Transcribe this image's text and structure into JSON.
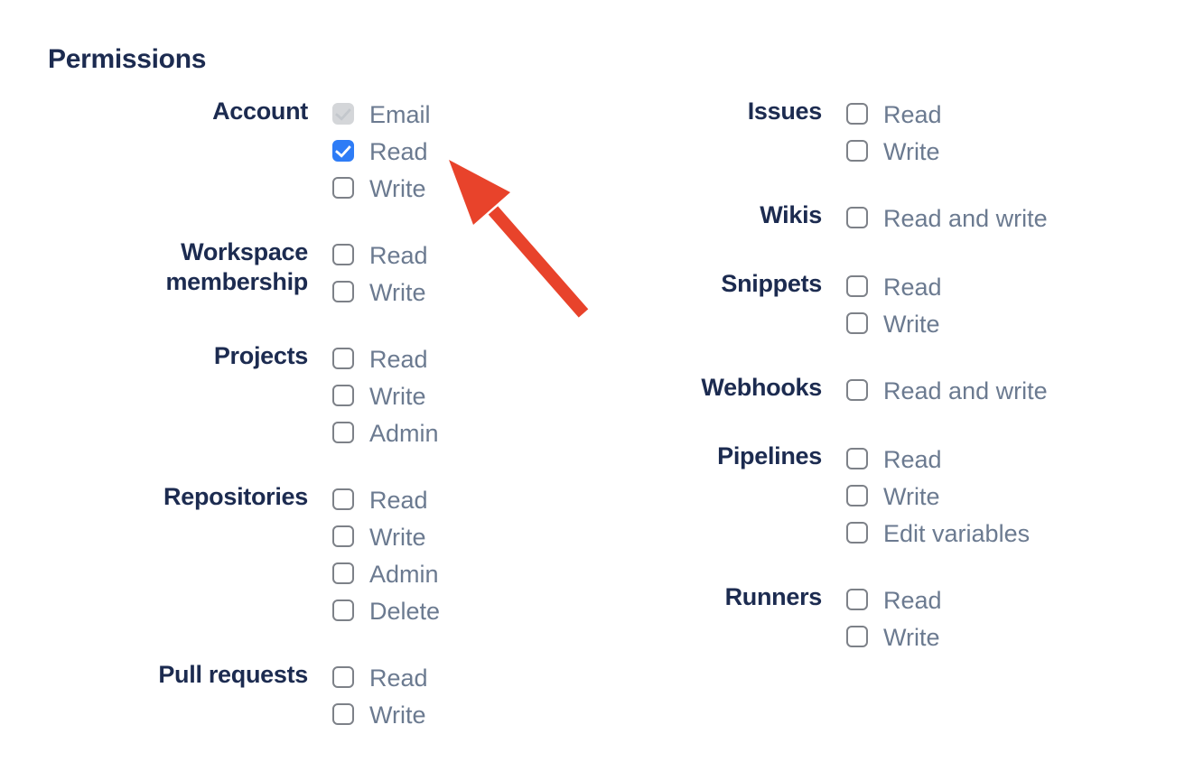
{
  "title": "Permissions",
  "colors": {
    "heading_navy": "#1C2B50",
    "label_slate": "#6B7A90",
    "checkbox_border": "#7D8188",
    "accent_blue": "#2E7CF6",
    "disabled_fill": "#D4D6D9",
    "arrow_red": "#E8432B"
  },
  "columns": [
    {
      "groups": [
        {
          "label": "Account",
          "options": [
            {
              "label": "Email",
              "state": "checked_disabled"
            },
            {
              "label": "Read",
              "state": "checked"
            },
            {
              "label": "Write",
              "state": "unchecked"
            }
          ]
        },
        {
          "label": "Workspace membership",
          "options": [
            {
              "label": "Read",
              "state": "unchecked"
            },
            {
              "label": "Write",
              "state": "unchecked"
            }
          ]
        },
        {
          "label": "Projects",
          "options": [
            {
              "label": "Read",
              "state": "unchecked"
            },
            {
              "label": "Write",
              "state": "unchecked"
            },
            {
              "label": "Admin",
              "state": "unchecked"
            }
          ]
        },
        {
          "label": "Repositories",
          "options": [
            {
              "label": "Read",
              "state": "unchecked"
            },
            {
              "label": "Write",
              "state": "unchecked"
            },
            {
              "label": "Admin",
              "state": "unchecked"
            },
            {
              "label": "Delete",
              "state": "unchecked"
            }
          ]
        },
        {
          "label": "Pull requests",
          "options": [
            {
              "label": "Read",
              "state": "unchecked"
            },
            {
              "label": "Write",
              "state": "unchecked"
            }
          ]
        }
      ]
    },
    {
      "groups": [
        {
          "label": "Issues",
          "options": [
            {
              "label": "Read",
              "state": "unchecked"
            },
            {
              "label": "Write",
              "state": "unchecked"
            }
          ]
        },
        {
          "label": "Wikis",
          "options": [
            {
              "label": "Read and write",
              "state": "unchecked"
            }
          ]
        },
        {
          "label": "Snippets",
          "options": [
            {
              "label": "Read",
              "state": "unchecked"
            },
            {
              "label": "Write",
              "state": "unchecked"
            }
          ]
        },
        {
          "label": "Webhooks",
          "options": [
            {
              "label": "Read and write",
              "state": "unchecked"
            }
          ]
        },
        {
          "label": "Pipelines",
          "options": [
            {
              "label": "Read",
              "state": "unchecked"
            },
            {
              "label": "Write",
              "state": "unchecked"
            },
            {
              "label": "Edit variables",
              "state": "unchecked"
            }
          ]
        },
        {
          "label": "Runners",
          "options": [
            {
              "label": "Read",
              "state": "unchecked"
            },
            {
              "label": "Write",
              "state": "unchecked"
            }
          ]
        }
      ]
    }
  ],
  "annotation": {
    "type": "arrow",
    "color": "#E8432B"
  }
}
